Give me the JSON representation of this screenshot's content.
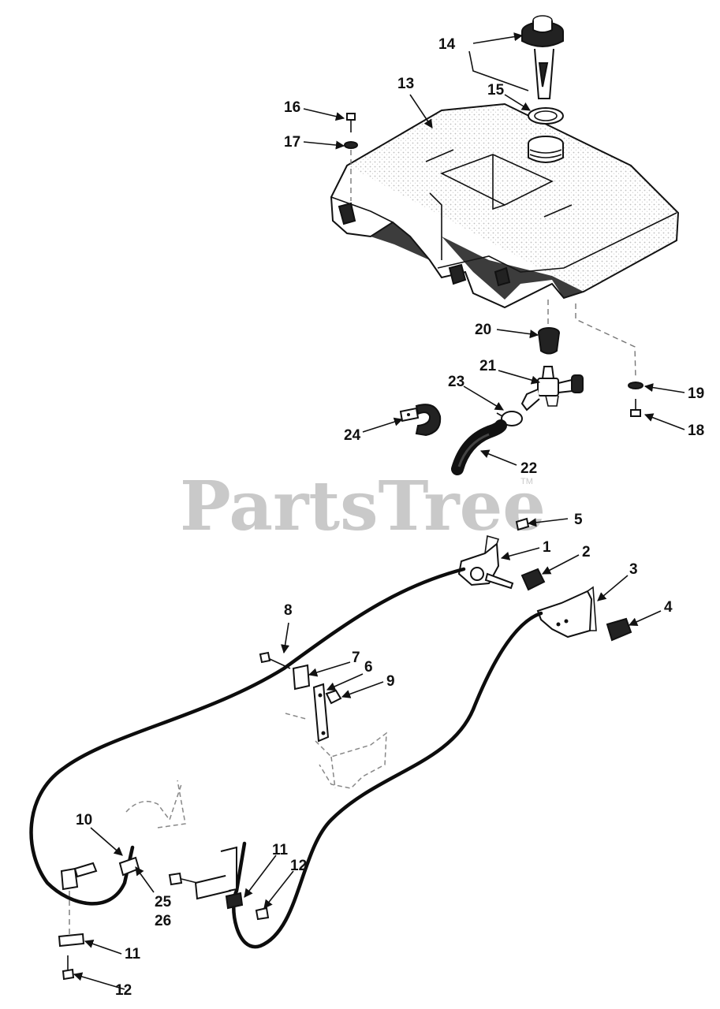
{
  "watermark": {
    "brand": "PartsTree",
    "tm": "TM"
  },
  "callouts": {
    "c1": "1",
    "c2": "2",
    "c3": "3",
    "c4": "4",
    "c5": "5",
    "c6": "6",
    "c7": "7",
    "c8": "8",
    "c9": "9",
    "c10": "10",
    "c11a": "11",
    "c11b": "11",
    "c12a": "12",
    "c12b": "12",
    "c13": "13",
    "c14": "14",
    "c15": "15",
    "c16": "16",
    "c17": "17",
    "c18": "18",
    "c19": "19",
    "c20": "20",
    "c21": "21",
    "c22": "22",
    "c23": "23",
    "c24": "24",
    "c25": "25",
    "c26": "26"
  },
  "colors": {
    "ink": "#111111",
    "watermark": "#c9c9c9",
    "background": "#ffffff"
  }
}
